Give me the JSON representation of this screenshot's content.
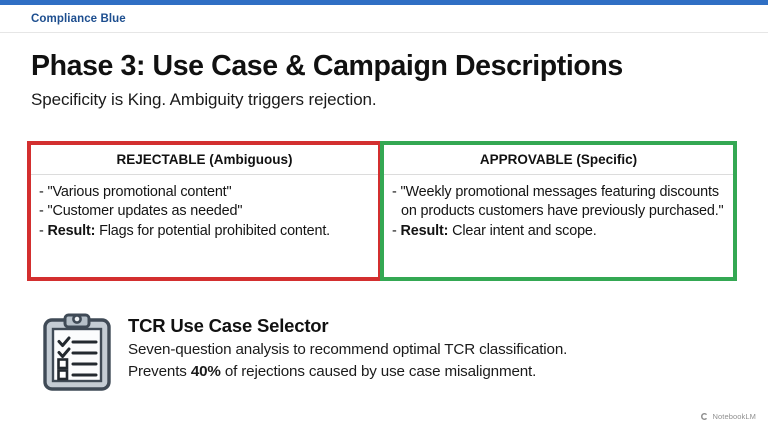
{
  "brand": {
    "name": "Compliance Blue",
    "accent_color": "#2f6fc4",
    "text_color": "#1d4e8f"
  },
  "slide": {
    "title": "Phase 3: Use Case & Campaign Descriptions",
    "subtitle": "Specificity is King. Ambiguity triggers rejection."
  },
  "comparison": {
    "columns": [
      {
        "header": "REJECTABLE (Ambiguous)",
        "border_color": "#d32f2f",
        "bullets": [
          {
            "prefix": "- ",
            "bold": "",
            "text": "\"Various promotional content\""
          },
          {
            "prefix": "- ",
            "bold": "",
            "text": "\"Customer updates as needed\""
          },
          {
            "prefix": "- ",
            "bold": "Result:",
            "text": " Flags for potential prohibited content."
          }
        ]
      },
      {
        "header": "APPROVABLE (Specific)",
        "border_color": "#34a853",
        "bullets": [
          {
            "prefix": "- ",
            "bold": "",
            "text": "\"Weekly promotional messages featuring discounts on products customers have previously purchased.\""
          },
          {
            "prefix": "- ",
            "bold": "Result:",
            "text": " Clear intent and scope."
          }
        ]
      }
    ]
  },
  "callout": {
    "icon": "clipboard-checklist-icon",
    "title": "TCR Use Case Selector",
    "line1": "Seven-question analysis to recommend optimal TCR classification.",
    "line2_before": "Prevents ",
    "line2_bold": "40%",
    "line2_after": " of rejections caused by use case misalignment."
  },
  "footer": {
    "watermark": "NotebookLM"
  }
}
